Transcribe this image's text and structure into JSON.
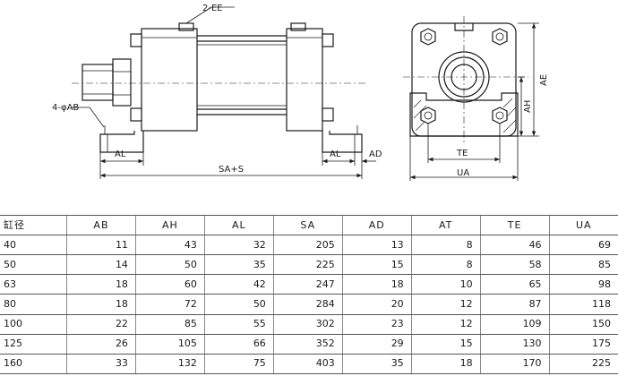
{
  "drawing": {
    "labels": {
      "ports": "2-EE",
      "mount_holes": "4-φAB",
      "al_left": "AL",
      "al_right": "AL",
      "ad": "AD",
      "sa_s": "SA+S",
      "ae": "AE",
      "ah": "AH",
      "te": "TE",
      "ua": "UA"
    }
  },
  "table": {
    "headers": [
      "缸径",
      "AB",
      "AH",
      "AL",
      "SA",
      "AD",
      "AT",
      "TE",
      "UA"
    ],
    "rows": [
      [
        "40",
        "11",
        "43",
        "32",
        "205",
        "13",
        "8",
        "46",
        "69"
      ],
      [
        "50",
        "14",
        "50",
        "35",
        "225",
        "15",
        "8",
        "58",
        "85"
      ],
      [
        "63",
        "18",
        "60",
        "42",
        "247",
        "18",
        "10",
        "65",
        "98"
      ],
      [
        "80",
        "18",
        "72",
        "50",
        "284",
        "20",
        "12",
        "87",
        "118"
      ],
      [
        "100",
        "22",
        "85",
        "55",
        "302",
        "23",
        "12",
        "109",
        "150"
      ],
      [
        "125",
        "26",
        "105",
        "66",
        "352",
        "29",
        "15",
        "130",
        "175"
      ],
      [
        "160",
        "33",
        "132",
        "75",
        "403",
        "35",
        "18",
        "170",
        "225"
      ]
    ]
  }
}
